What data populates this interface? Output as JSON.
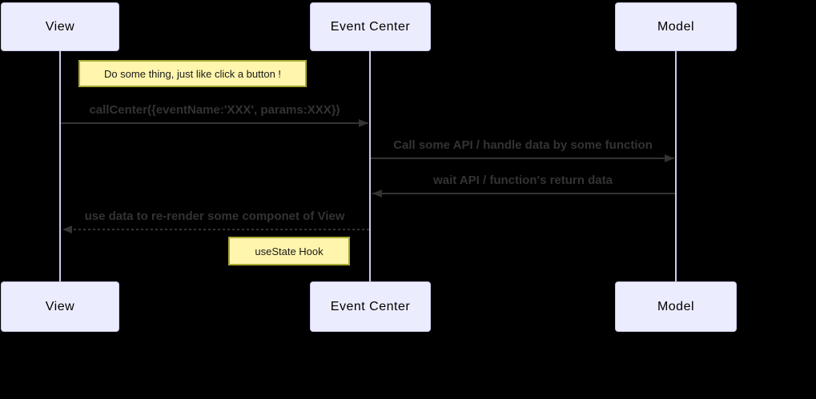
{
  "diagram": {
    "type": "sequence-diagram",
    "actors": [
      {
        "id": "view",
        "label": "View"
      },
      {
        "id": "event-center",
        "label": "Event Center"
      },
      {
        "id": "model",
        "label": "Model"
      }
    ],
    "messages": [
      {
        "from": "view",
        "to": "event-center",
        "line": "solid",
        "text": "callCenter({eventName:'XXX', params:XXX})"
      },
      {
        "from": "event-center",
        "to": "model",
        "line": "solid",
        "text": "Call some API / handle data by some function"
      },
      {
        "from": "model",
        "to": "event-center",
        "line": "solid",
        "text": "wait API / function's return data"
      },
      {
        "from": "event-center",
        "to": "view",
        "line": "dashed",
        "text": "use data to re-render some componet of View"
      }
    ],
    "notes": [
      {
        "position": "right-of-view",
        "text": "Do some thing, just like click a button !"
      },
      {
        "position": "left-of-event-center",
        "text": "useState Hook"
      }
    ],
    "colors": {
      "background": "#000000",
      "actor_fill": "#ECECFF",
      "actor_border": "#C9C9E9",
      "actor_text": "#000000",
      "lifeline": "#CFC9EC",
      "arrow": "#333333",
      "message_text": "#333333",
      "note_fill": "#FFF5AD",
      "note_border": "#AAAA33",
      "note_text": "#1A1A1A"
    }
  }
}
